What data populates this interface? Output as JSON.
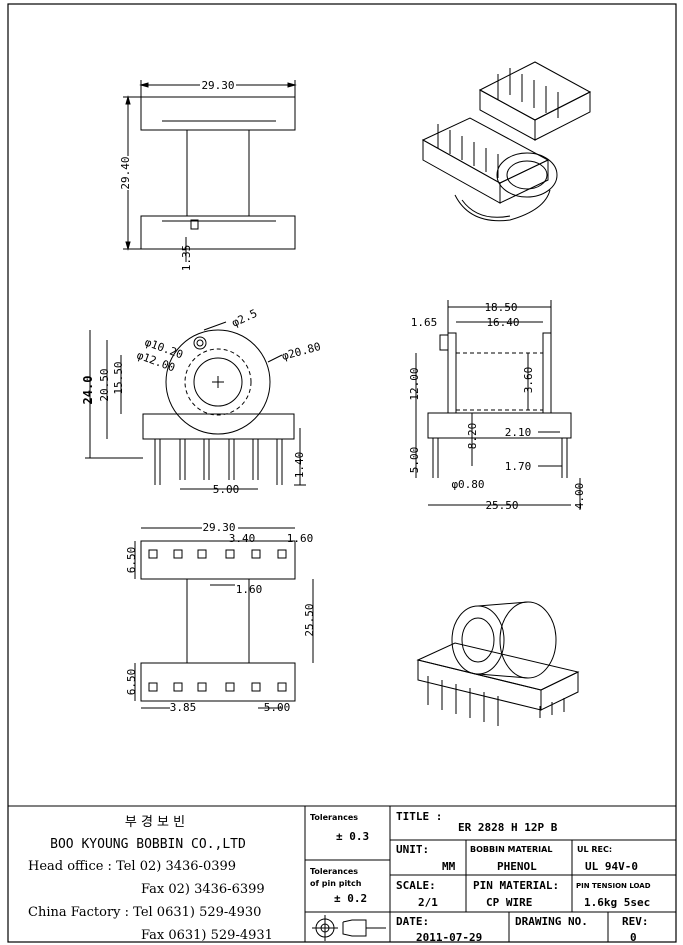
{
  "dims": {
    "top_width": "29.30",
    "top_height": "29.40",
    "top_flange": "1.35",
    "front_d_pin": "φ2.5",
    "front_d_outer": "φ20.80",
    "front_d_inner1": "φ10.20",
    "front_d_inner2": "φ12.00",
    "front_h_total": "24.0",
    "front_h_2": "20.50",
    "front_h_3": "15.50",
    "front_pitch": "5.00",
    "front_pin_len": "1.40",
    "side_w1": "18.50",
    "side_w2": "16.40",
    "side_off": "1.65",
    "side_h1": "12.00",
    "side_h2": "3.60",
    "side_h3": "8.20",
    "side_w3": "2.10",
    "side_w4": "1.70",
    "side_h4": "5.00",
    "side_pin_d": "φ0.80",
    "side_w5": "25.50",
    "side_pin_len": "4.00",
    "bot_w": "29.30",
    "bot_p1": "3.40",
    "bot_p2": "1.60",
    "bot_h1": "6.50",
    "bot_mid": "1.60",
    "bot_span": "25.50",
    "bot_h2": "6.50",
    "bot_l1": "3.85",
    "bot_l2": "5.00"
  },
  "titleblock": {
    "company_kr": "부 경 보 빈",
    "company_en": "BOO KYOUNG BOBBIN CO.,LTD",
    "head_label": "Head office  : Tel  02) 3436-0399",
    "head_fax": "Fax  02) 3436-6399",
    "factory_label": "China Factory : Tel 0631) 529-4930",
    "factory_fax": "Fax 0631) 529-4931",
    "tol_label": "Tolerances",
    "tol_value": "± 0.3",
    "tol_pin_label1": "Tolerances",
    "tol_pin_label2": "of pin pitch",
    "tol_pin_value": "± 0.2",
    "title_label": "TITLE :",
    "title_value": "ER 2828 H 12P B",
    "unit_label": "UNIT:",
    "unit_value": "MM",
    "bobbin_mat_label": "BOBBIN MATERIAL",
    "bobbin_mat_value": "PHENOL",
    "ul_label": "UL REC:",
    "ul_value": "UL 94V-0",
    "scale_label": "SCALE:",
    "scale_value": "2/1",
    "pin_mat_label": "PIN MATERIAL:",
    "pin_mat_value": "CP WIRE",
    "pin_tension_label": "PIN TENSION LOAD",
    "pin_tension_value": "1.6kg 5sec",
    "date_label": "DATE:",
    "date_value": "2011-07-29",
    "drawing_label": "DRAWING NO.",
    "rev_label": "REV:",
    "rev_value": "0"
  }
}
